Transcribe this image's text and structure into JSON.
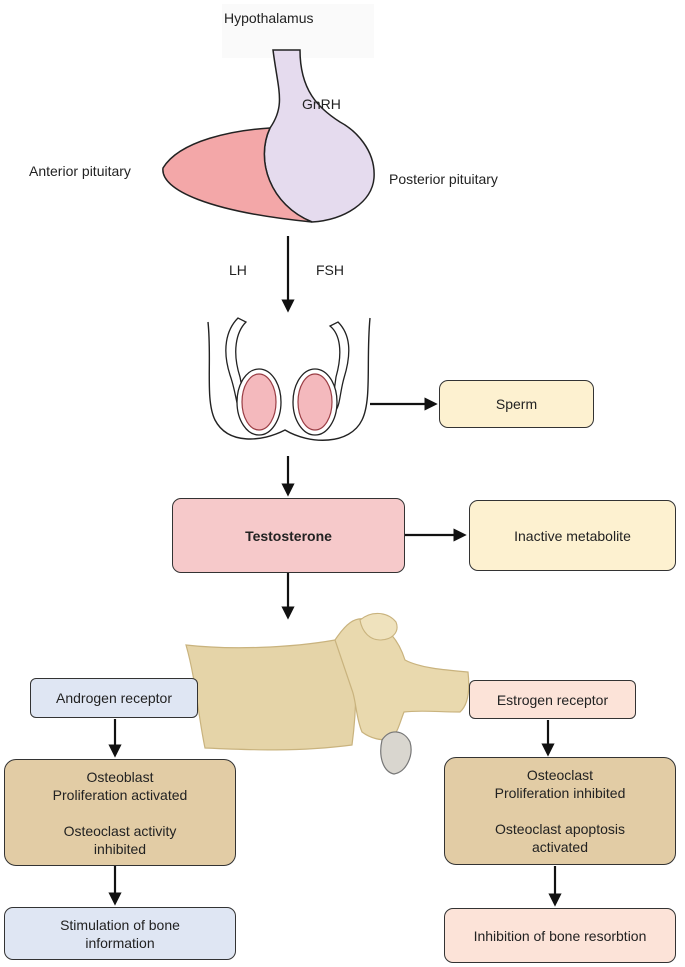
{
  "colors": {
    "pituitary_anterior": "#f3a7a8",
    "pituitary_posterior": "#e5dbee",
    "testis": "#f4b9bd",
    "testosterone_box": "#f6c9ca",
    "sperm_box": "#fdf1d0",
    "metabolite_box": "#fdf1d0",
    "androgen_box": "#dfe6f3",
    "estrogen_box": "#fce3d8",
    "osteo_box": "#e2cca5",
    "bone_result_left": "#dfe6f3",
    "bone_result_right": "#fce3d8",
    "bone": "#e5d4a8"
  },
  "labels": {
    "hypothalamus": "Hypothalamus",
    "gnrh": "GnRH",
    "anterior_pituitary": "Anterior pituitary",
    "posterior_pituitary": "Posterior pituitary",
    "lh": "LH",
    "fsh": "FSH"
  },
  "boxes": {
    "sperm": "Sperm",
    "testosterone": "Testosterone",
    "inactive_metabolite": "Inactive metabolite",
    "androgen_receptor": "Androgen receptor",
    "estrogen_receptor": "Estrogen receptor",
    "osteoblast": {
      "line1": "Osteoblast",
      "line2": "Proliferation activated",
      "line3": "Osteoclast activity",
      "line4": "inhibited"
    },
    "osteoclast": {
      "line1": "Osteoclast",
      "line2": "Proliferation inhibited",
      "line3": "Osteoclast apoptosis",
      "line4": "activated"
    },
    "bone_formation": {
      "line1": "Stimulation of bone",
      "line2": "information"
    },
    "bone_resorption": "Inhibition of bone resorbtion"
  }
}
